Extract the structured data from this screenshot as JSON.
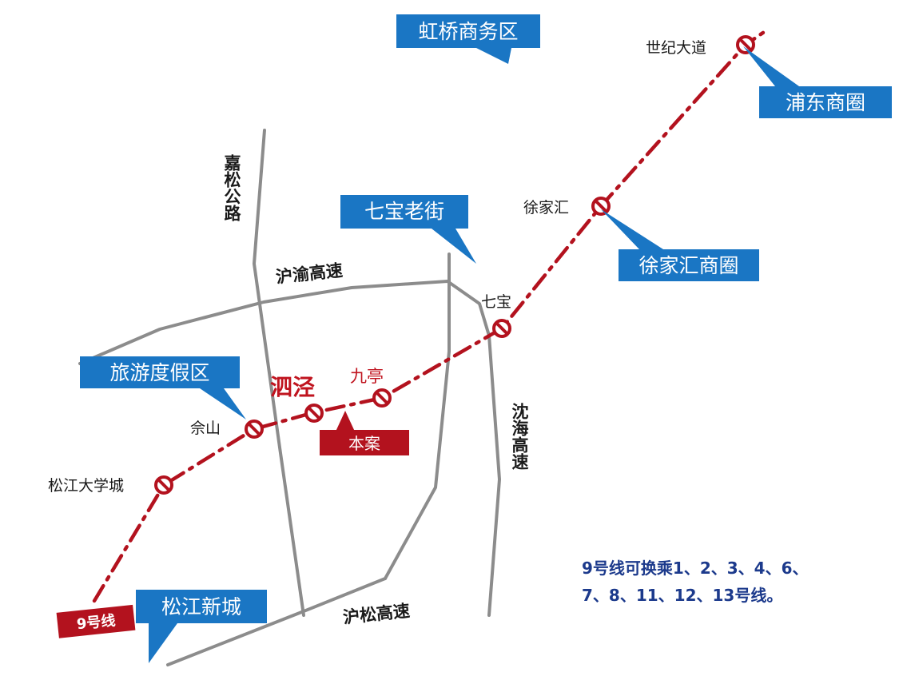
{
  "areas": {
    "hongqiao": "虹桥商务区",
    "pudong": "浦东商圈",
    "qibao_old_street": "七宝老街",
    "xujiahui": "徐家汇商圈",
    "resort": "旅游度假区",
    "songjiang_new_city": "松江新城"
  },
  "roads": {
    "jiasong": "嘉松公路",
    "huyu": "沪渝高速",
    "hushen": "沈海高速",
    "husong": "沪松高速"
  },
  "stations": {
    "century_avenue": "世纪大道",
    "xujiahui": "徐家汇",
    "qibao": "七宝",
    "jiuting": "九亭",
    "sijing": "泗泾",
    "sheshan": "佘山",
    "songjiang_university_town": "松江大学城"
  },
  "project_label": "本案",
  "line_label": "9号线",
  "transfer_note": {
    "line1": "9号线可换乘1、2、3、4、6、",
    "line2": "7、8、11、12、13号线。"
  },
  "colors": {
    "callout_blue": "#1a76c4",
    "metro_red": "#b3121e",
    "road_gray": "#8c8c8c",
    "note_navy": "#1c3a8c"
  }
}
